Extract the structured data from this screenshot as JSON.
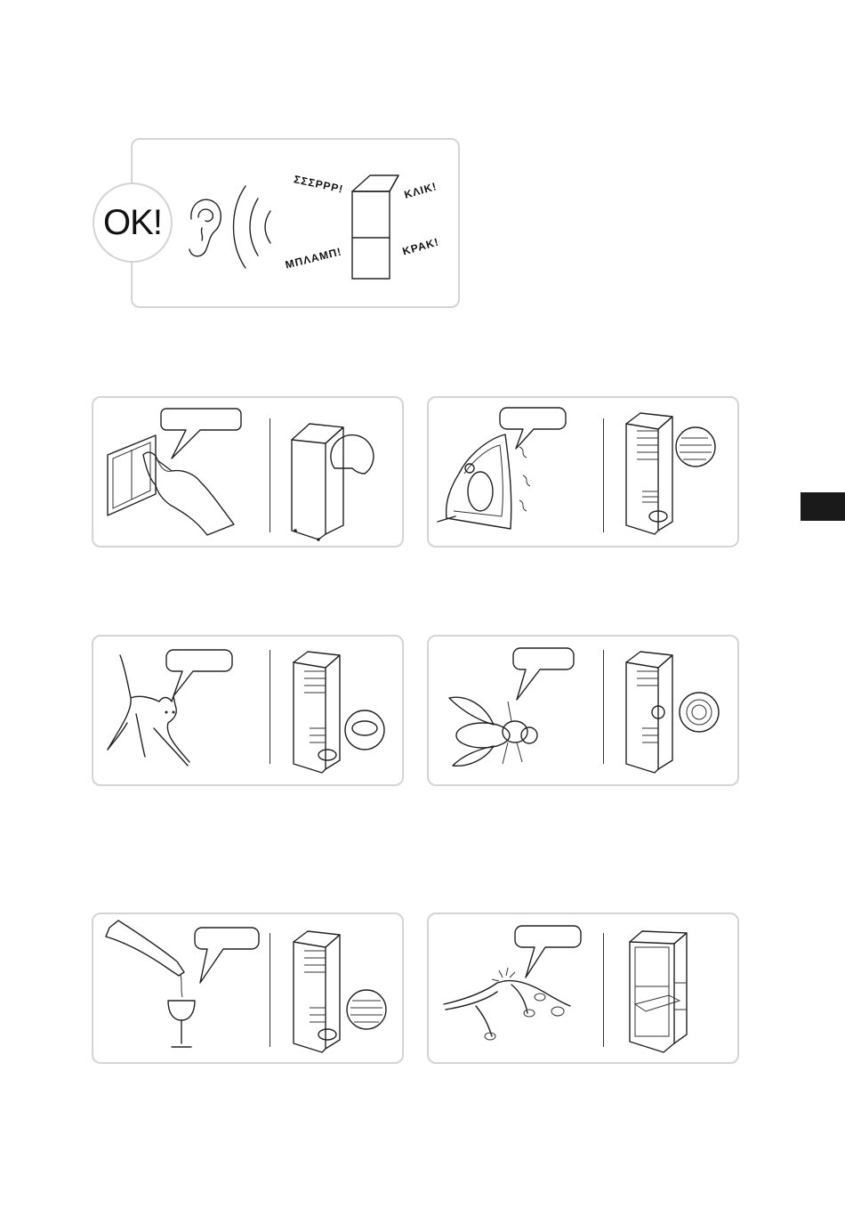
{
  "badge": {
    "text": "OK!"
  },
  "sounds": {
    "sizzle": "ΣΣΣPPP!",
    "click": "ΚΛΙΚ!",
    "bump": "ΜΠΛΑΜΠ!",
    "crack": "KPAK!"
  },
  "icons": [
    "ear-icon",
    "sound-waves-icon",
    "fridge-icon",
    "light-switch-icon",
    "iron-icon",
    "cat-icon",
    "fly-icon",
    "wine-bottle-icon",
    "branch-icon"
  ],
  "colors": {
    "border": "#d4d4d4",
    "ink": "#1a1a1a",
    "side_tab": "#1a1a1a"
  }
}
